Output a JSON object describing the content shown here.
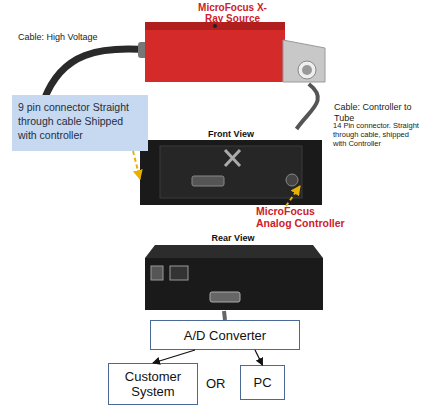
{
  "diagram": {
    "nodes": [
      {
        "text": [
          "MicroFocus X-Ray Source"
        ]
      },
      {
        "text": [
          "9 pin connector Straight through cable Shipped with controller"
        ]
      },
      {
        "text": [
          "Front View"
        ]
      },
      {
        "text": [
          "Rear View"
        ]
      },
      {
        "text": [
          "A/D Converter"
        ]
      },
      {
        "text": [
          "Customer System"
        ]
      },
      {
        "text": [
          "PC"
        ]
      }
    ],
    "edges": [
      {
        "from": 0,
        "to": 2,
        "arrow": "none"
      },
      {
        "from": 1,
        "to": 2,
        "arrow": "to"
      },
      {
        "from": 3,
        "to": 4,
        "arrow": "none"
      },
      {
        "from": 4,
        "to": 5,
        "arrow": "to"
      },
      {
        "from": 4,
        "to": 6,
        "arrow": "to"
      }
    ],
    "labels": [
      "MicroFocus Analog Controller",
      "Cable: High Voltage",
      "Cable: Controller to Tube",
      "14 Pin connector. Straight through cable, shipped with Controller",
      "OR"
    ]
  }
}
